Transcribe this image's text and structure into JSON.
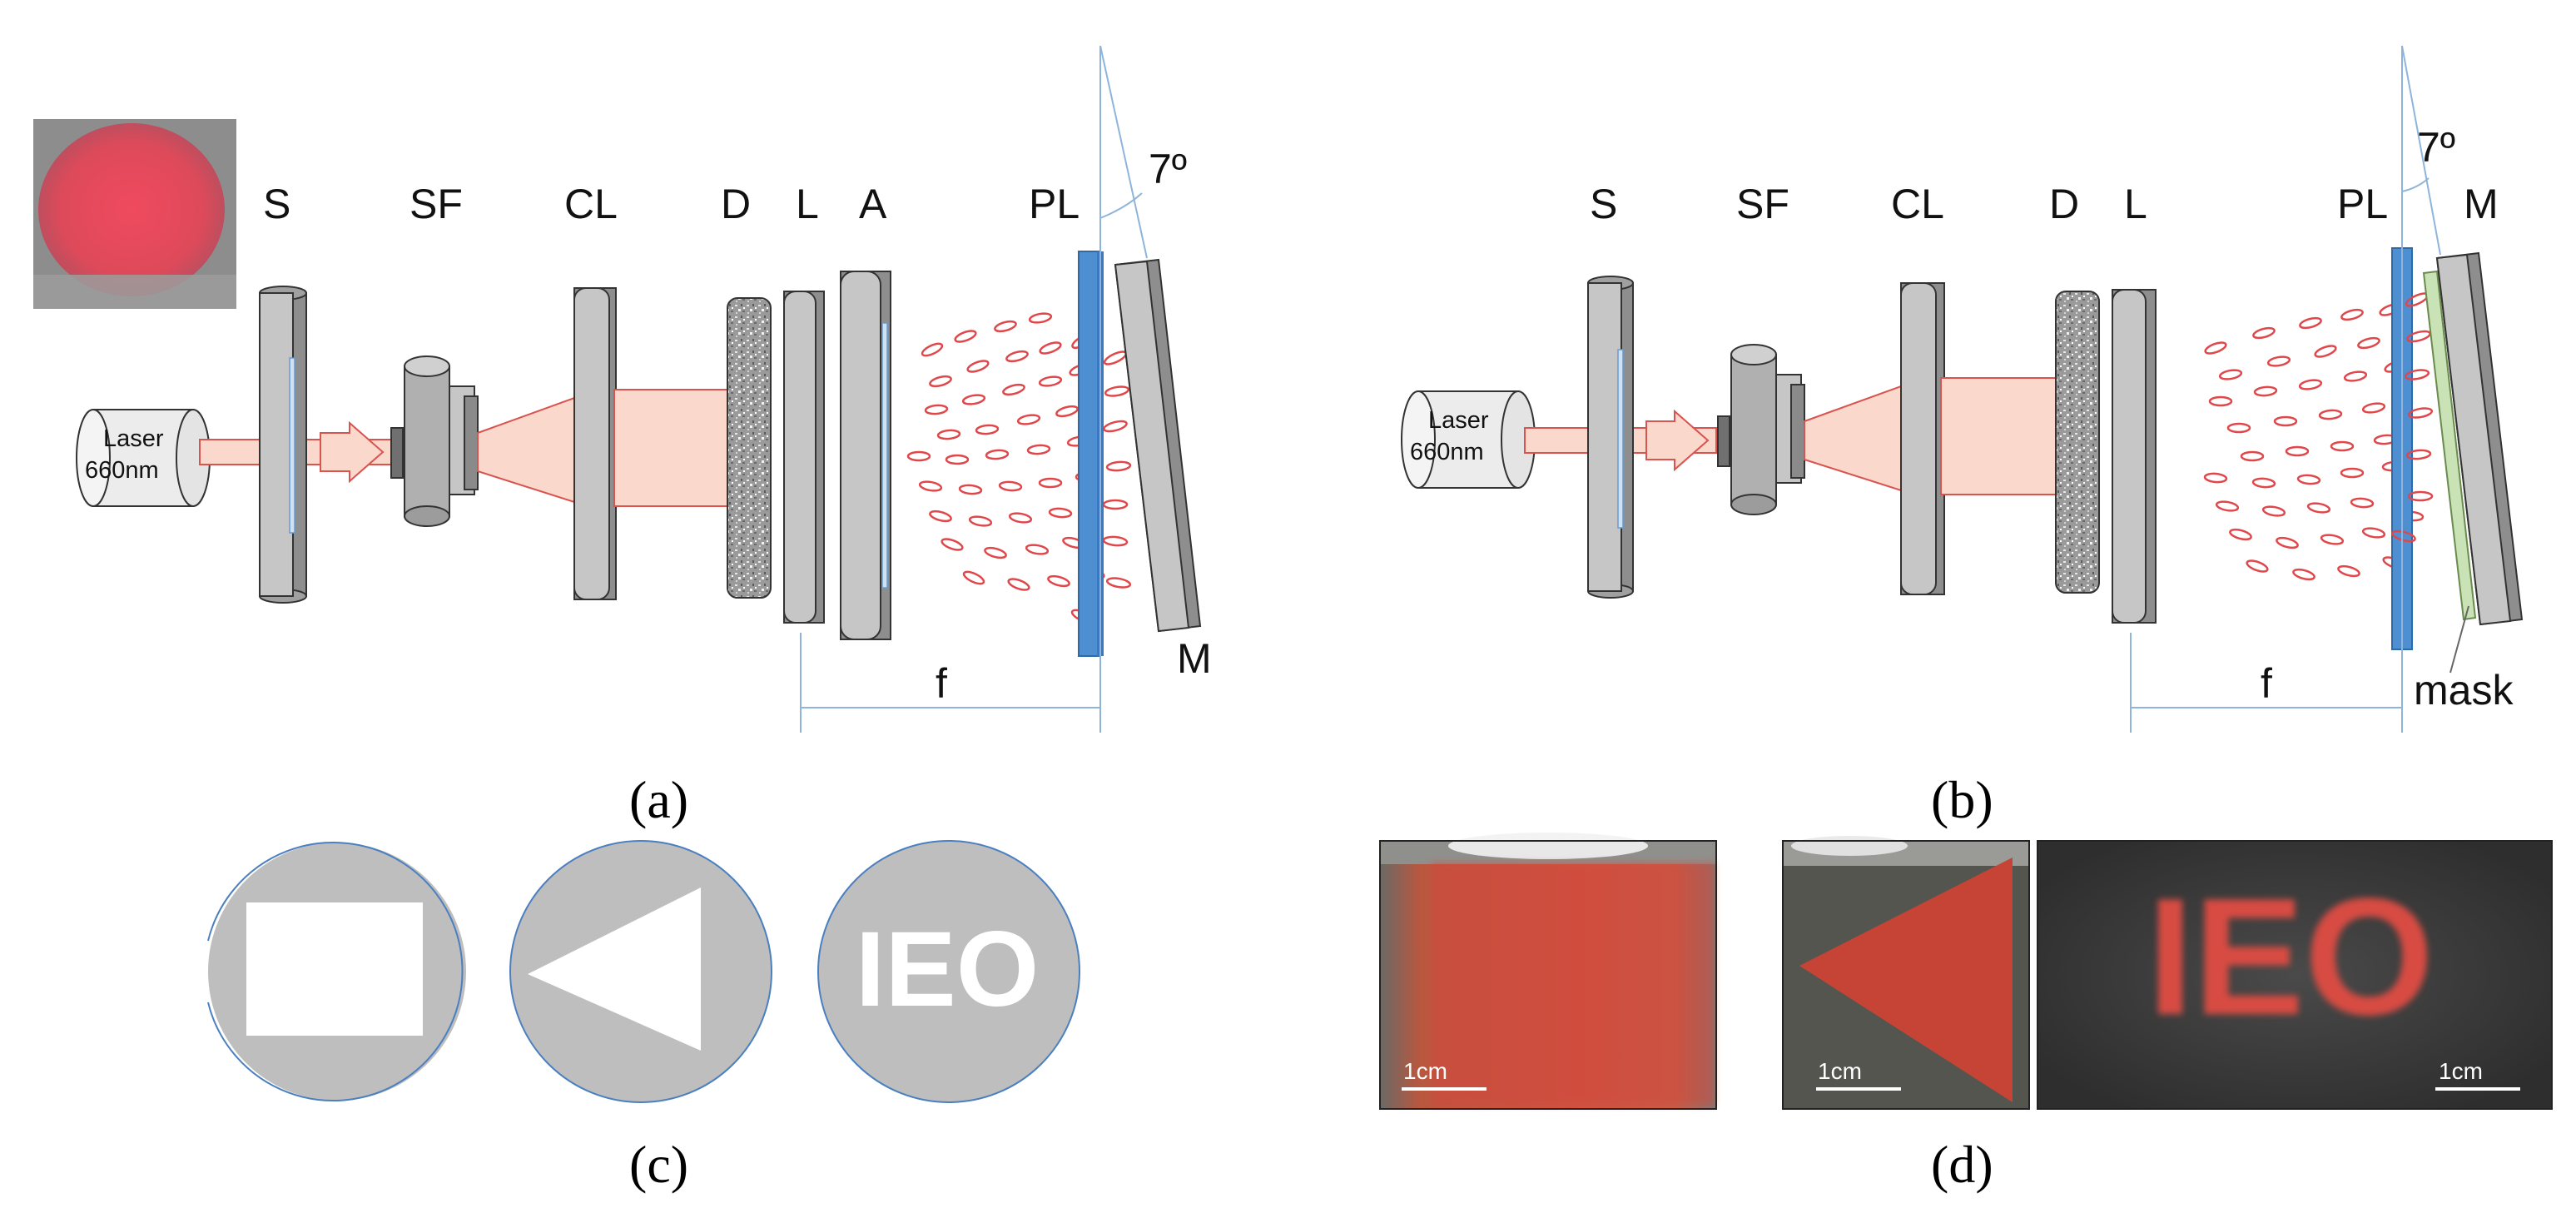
{
  "colors": {
    "metal": "#c6c6c6",
    "metal_edge": "#3a3a3a",
    "beam": "#fbd8cc",
    "beam_edge": "#d9534f",
    "speckle": "#e0474a",
    "plate": "#4d8fd1",
    "thin_line": "#8fb4dc",
    "mask_disk": "#bebebe",
    "mask_green": "#c9e2b6",
    "photo_bg": "#3a3a3a",
    "photo_red": "#d74b43"
  },
  "panel_a": {
    "laser_line1": "Laser",
    "laser_line2": "660nm",
    "labels": {
      "S": "S",
      "SF": "SF",
      "CL": "CL",
      "D": "D",
      "L": "L",
      "A": "A",
      "PL": "PL",
      "M": "M"
    },
    "angle": "7º",
    "focal": "f"
  },
  "panel_b": {
    "laser_line1": "Laser",
    "laser_line2": "660nm",
    "labels": {
      "S": "S",
      "SF": "SF",
      "CL": "CL",
      "D": "D",
      "L": "L",
      "PL": "PL",
      "M": "M"
    },
    "angle": "7º",
    "focal": "f",
    "mask": "mask"
  },
  "panel_c": {
    "mask_text": "IEO"
  },
  "panel_d": {
    "photo3_text": "IEO",
    "scale1": "1cm",
    "scale2": "1cm",
    "scale3": "1cm"
  },
  "panel_labels": {
    "a": "(a)",
    "b": "(b)",
    "c": "(c)",
    "d": "(d)"
  }
}
